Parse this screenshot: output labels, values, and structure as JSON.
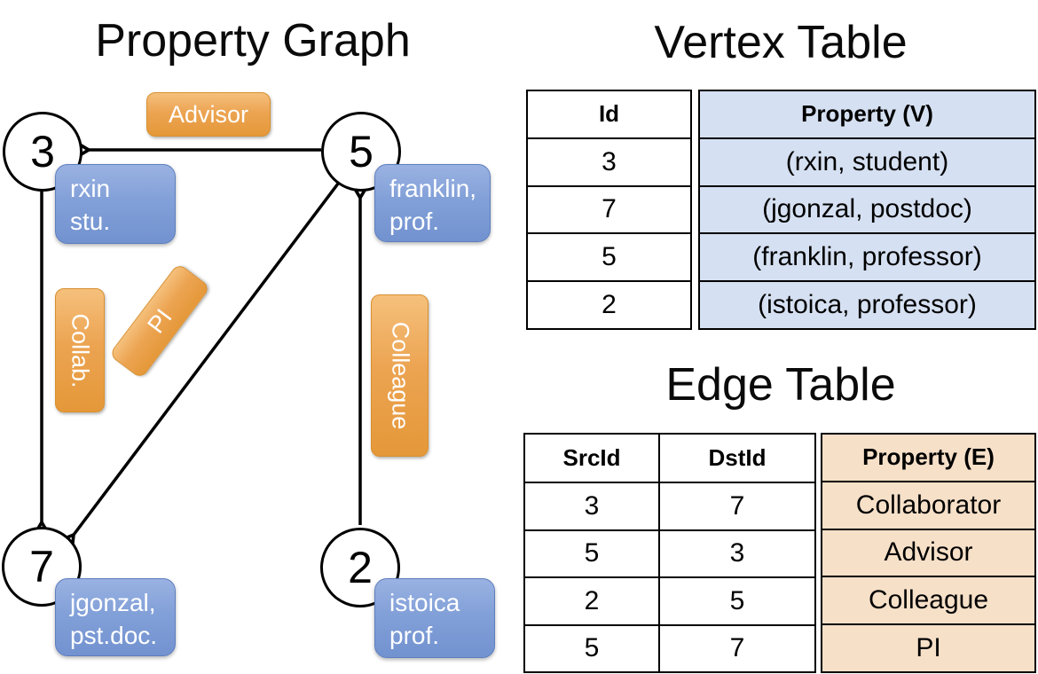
{
  "graph": {
    "title": "Property Graph",
    "nodes": [
      {
        "id": "3",
        "property_line1": "rxin",
        "property_line2": "stu."
      },
      {
        "id": "5",
        "property_line1": "franklin,",
        "property_line2": "prof."
      },
      {
        "id": "7",
        "property_line1": "jgonzal,",
        "property_line2": "pst.doc."
      },
      {
        "id": "2",
        "property_line1": "istoica",
        "property_line2": "prof."
      }
    ],
    "edges": [
      {
        "label": "Advisor",
        "from": "5",
        "to": "3"
      },
      {
        "label": "Collab.",
        "from": "3",
        "to": "7"
      },
      {
        "label": "PI",
        "from": "5",
        "to": "7"
      },
      {
        "label": "Colleague",
        "from": "2",
        "to": "5"
      }
    ]
  },
  "vertex_table": {
    "title": "Vertex Table",
    "headers": {
      "id": "Id",
      "property": "Property (V)"
    },
    "rows": [
      {
        "id": "3",
        "property": "(rxin, student)"
      },
      {
        "id": "7",
        "property": "(jgonzal, postdoc)"
      },
      {
        "id": "5",
        "property": "(franklin, professor)"
      },
      {
        "id": "2",
        "property": "(istoica, professor)"
      }
    ]
  },
  "edge_table": {
    "title": "Edge Table",
    "headers": {
      "src": "SrcId",
      "dst": "DstId",
      "property": "Property (E)"
    },
    "rows": [
      {
        "src": "3",
        "dst": "7",
        "property": "Collaborator"
      },
      {
        "src": "5",
        "dst": "3",
        "property": "Advisor"
      },
      {
        "src": "2",
        "dst": "5",
        "property": "Colleague"
      },
      {
        "src": "5",
        "dst": "7",
        "property": "PI"
      }
    ]
  },
  "colors": {
    "edge_label_orange": "#E89B3F",
    "vertex_box_blue": "#7E9CD6",
    "vertex_table_fill": "#D5E0F2",
    "edge_table_fill": "#F6E0C8",
    "table_border": "#000000",
    "text_on_boxes": "#FFFFFF"
  }
}
